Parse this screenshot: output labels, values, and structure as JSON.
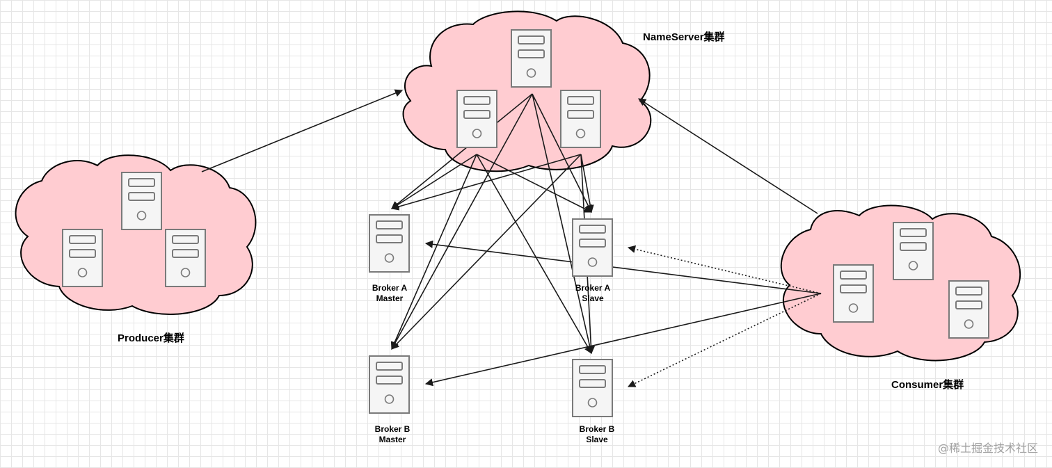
{
  "clusters": {
    "nameserver": "NameServer集群",
    "producer": "Producer集群",
    "consumer": "Consumer集群"
  },
  "brokers": {
    "a_master": [
      "Broker A",
      "Master"
    ],
    "a_slave": [
      "Broker A",
      "Slave"
    ],
    "b_master": [
      "Broker B",
      "Master"
    ],
    "b_slave": [
      "Broker B",
      "Slave"
    ]
  },
  "watermark": "@稀土掘金技术社区",
  "colors": {
    "cloud_fill": "#ffccd1",
    "server_stroke": "#7a7a7a",
    "edge": "#1a1a1a",
    "grid": "#e6e6e6"
  },
  "edges": [
    {
      "from": "producer",
      "to": "nameserver",
      "style": "solid"
    },
    {
      "from": "consumer",
      "to": "nameserver",
      "style": "solid"
    },
    {
      "from": "nameserver",
      "to": "broker-a-master",
      "style": "solid"
    },
    {
      "from": "nameserver",
      "to": "broker-a-slave",
      "style": "solid"
    },
    {
      "from": "nameserver",
      "to": "broker-b-master",
      "style": "solid"
    },
    {
      "from": "nameserver",
      "to": "broker-b-slave",
      "style": "solid"
    },
    {
      "from": "consumer",
      "to": "broker-a-master",
      "style": "solid"
    },
    {
      "from": "consumer",
      "to": "broker-b-master",
      "style": "solid"
    },
    {
      "from": "consumer",
      "to": "broker-a-slave",
      "style": "dotted"
    },
    {
      "from": "consumer",
      "to": "broker-b-slave",
      "style": "dotted"
    }
  ]
}
